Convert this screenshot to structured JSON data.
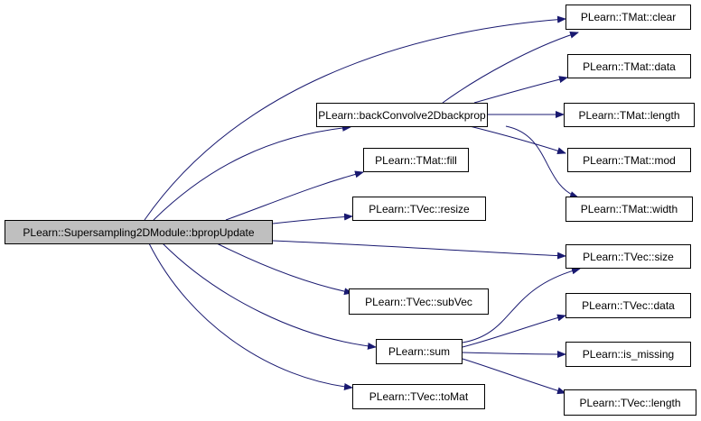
{
  "graph": {
    "root": "PLearn::Supersampling2DModule::bpropUpdate",
    "nodes": {
      "root": "PLearn::Supersampling2DModule::bpropUpdate",
      "backconv": "PLearn::backConvolve2Dbackprop",
      "tmat_fill": "PLearn::TMat::fill",
      "tvec_resize": "PLearn::TVec::resize",
      "tvec_subvec": "PLearn::TVec::subVec",
      "sum": "PLearn::sum",
      "tvec_tomat": "PLearn::TVec::toMat",
      "tmat_clear": "PLearn::TMat::clear",
      "tmat_data": "PLearn::TMat::data",
      "tmat_length": "PLearn::TMat::length",
      "tmat_mod": "PLearn::TMat::mod",
      "tmat_width": "PLearn::TMat::width",
      "tvec_size": "PLearn::TVec::size",
      "tvec_data": "PLearn::TVec::data",
      "is_missing": "PLearn::is_missing",
      "tvec_length": "PLearn::TVec::length"
    },
    "edges": [
      [
        "root",
        "tmat_clear"
      ],
      [
        "root",
        "backconv"
      ],
      [
        "root",
        "tmat_fill"
      ],
      [
        "root",
        "tvec_resize"
      ],
      [
        "root",
        "tvec_size"
      ],
      [
        "root",
        "tvec_subvec"
      ],
      [
        "root",
        "sum"
      ],
      [
        "root",
        "tvec_tomat"
      ],
      [
        "backconv",
        "tmat_clear"
      ],
      [
        "backconv",
        "tmat_data"
      ],
      [
        "backconv",
        "tmat_length"
      ],
      [
        "backconv",
        "tmat_mod"
      ],
      [
        "backconv",
        "tmat_width"
      ],
      [
        "sum",
        "tvec_size"
      ],
      [
        "sum",
        "tvec_data"
      ],
      [
        "sum",
        "is_missing"
      ],
      [
        "sum",
        "tvec_length"
      ]
    ],
    "colors": {
      "edge": "#191970",
      "root_fill": "#bfbfbf",
      "node_fill": "#ffffff",
      "border": "#000000"
    }
  }
}
